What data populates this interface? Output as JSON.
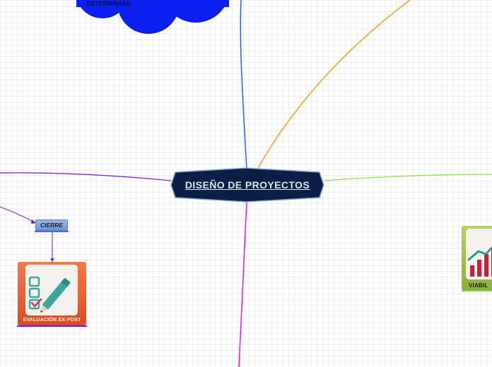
{
  "central_topic": {
    "label": "DISEÑO DE PROYECTOS"
  },
  "cloud_topic": {
    "label": "DETERMINADO"
  },
  "cierre_topic": {
    "label": "CIERRE"
  },
  "evaluacion_topic": {
    "label": "EVALUACIÓN EX-POST",
    "icon": "checklist-pencil-icon"
  },
  "viabilidad_topic": {
    "label": "VIABIL",
    "icon": "bar-chart-growth-icon"
  },
  "colors": {
    "central_fill": "#0b1f44",
    "cloud": "#0a1ff0",
    "branch_blue": "#2f5fd0",
    "branch_orange": "#f0a020",
    "branch_purple": "#6a1cd0",
    "branch_green": "#8fe040",
    "branch_magenta": "#d020d0",
    "evaluacion_card": "#ec5a2c",
    "viabilidad_card": "#a6c24f"
  }
}
